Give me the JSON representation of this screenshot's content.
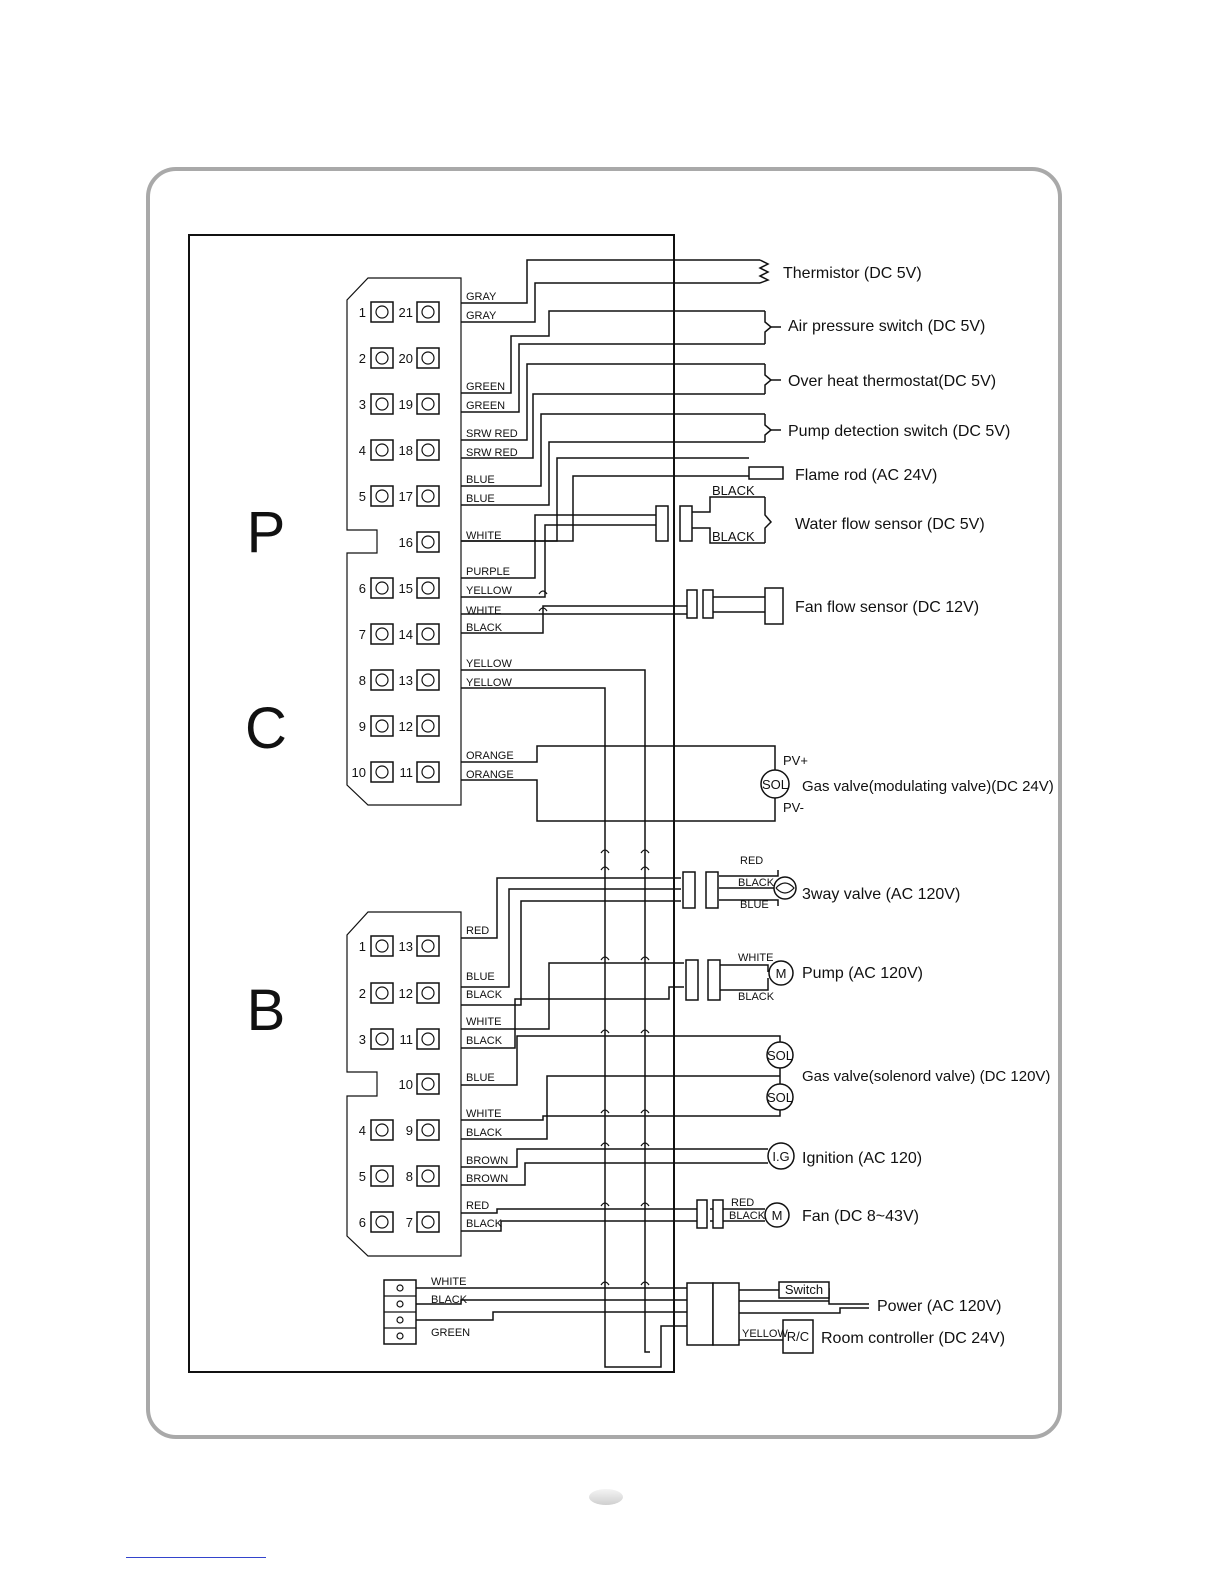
{
  "board": {
    "sections": [
      "P",
      "C",
      "B"
    ]
  },
  "pc_connector": {
    "pins": [
      {
        "left": "1",
        "right": "21"
      },
      {
        "left": "2",
        "right": "20"
      },
      {
        "left": "3",
        "right": "19"
      },
      {
        "left": "4",
        "right": "18"
      },
      {
        "left": "5",
        "right": "17"
      },
      {
        "left": "",
        "right": "16"
      },
      {
        "left": "6",
        "right": "15"
      },
      {
        "left": "7",
        "right": "14"
      },
      {
        "left": "8",
        "right": "13"
      },
      {
        "left": "9",
        "right": "12"
      },
      {
        "left": "10",
        "right": "11"
      }
    ],
    "wires": [
      "GRAY",
      "GRAY",
      "GREEN",
      "GREEN",
      "SRW RED",
      "SRW RED",
      "BLUE",
      "BLUE",
      "WHITE",
      "PURPLE",
      "YELLOW",
      "WHITE",
      "BLACK",
      "YELLOW",
      "YELLOW",
      "ORANGE",
      "ORANGE"
    ]
  },
  "b_connector": {
    "pins": [
      {
        "left": "1",
        "right": "13"
      },
      {
        "left": "2",
        "right": "12"
      },
      {
        "left": "3",
        "right": "11"
      },
      {
        "left": "",
        "right": "10"
      },
      {
        "left": "4",
        "right": "9"
      },
      {
        "left": "5",
        "right": "8"
      },
      {
        "left": "6",
        "right": "7"
      }
    ],
    "wires": [
      "RED",
      "BLUE",
      "BLACK",
      "WHITE",
      "BLACK",
      "BLUE",
      "WHITE",
      "BLACK",
      "BROWN",
      "BROWN",
      "RED",
      "BLACK"
    ]
  },
  "power_connector": {
    "wires": [
      "WHITE",
      "BLACK",
      "GREEN"
    ]
  },
  "components": [
    {
      "label": "Thermistor (DC 5V)"
    },
    {
      "label": "Air pressure switch (DC 5V)"
    },
    {
      "label": "Over heat thermostat(DC 5V)"
    },
    {
      "label": "Pump detection switch (DC 5V)"
    },
    {
      "label": "Flame rod (AC 24V)"
    },
    {
      "label": "Water flow sensor (DC 5V)",
      "wires": [
        "BLACK",
        "BLACK"
      ]
    },
    {
      "label": "Fan flow sensor (DC 12V)"
    },
    {
      "label": "Gas valve(modulating valve)(DC 24V)",
      "symbol": "SOL",
      "terminals": [
        "PV+",
        "PV-"
      ]
    },
    {
      "label": "3way valve (AC 120V)",
      "wires": [
        "RED",
        "BLACK",
        "BLUE"
      ]
    },
    {
      "label": "Pump (AC 120V)",
      "symbol": "M",
      "wires": [
        "WHITE",
        "BLACK"
      ]
    },
    {
      "label": "Gas valve(solenord valve) (DC 120V)",
      "symbol": "SOL"
    },
    {
      "label": "Ignition (AC 120)",
      "symbol": "I.G"
    },
    {
      "label": "Fan (DC 8~43V)",
      "symbol": "M",
      "wires": [
        "RED",
        "BLACK"
      ]
    },
    {
      "label": "Power (AC 120V)",
      "switch_label": "Switch"
    },
    {
      "label": "Room controller (DC 24V)",
      "symbol": "R/C",
      "wires": [
        "YELLOW"
      ]
    }
  ]
}
